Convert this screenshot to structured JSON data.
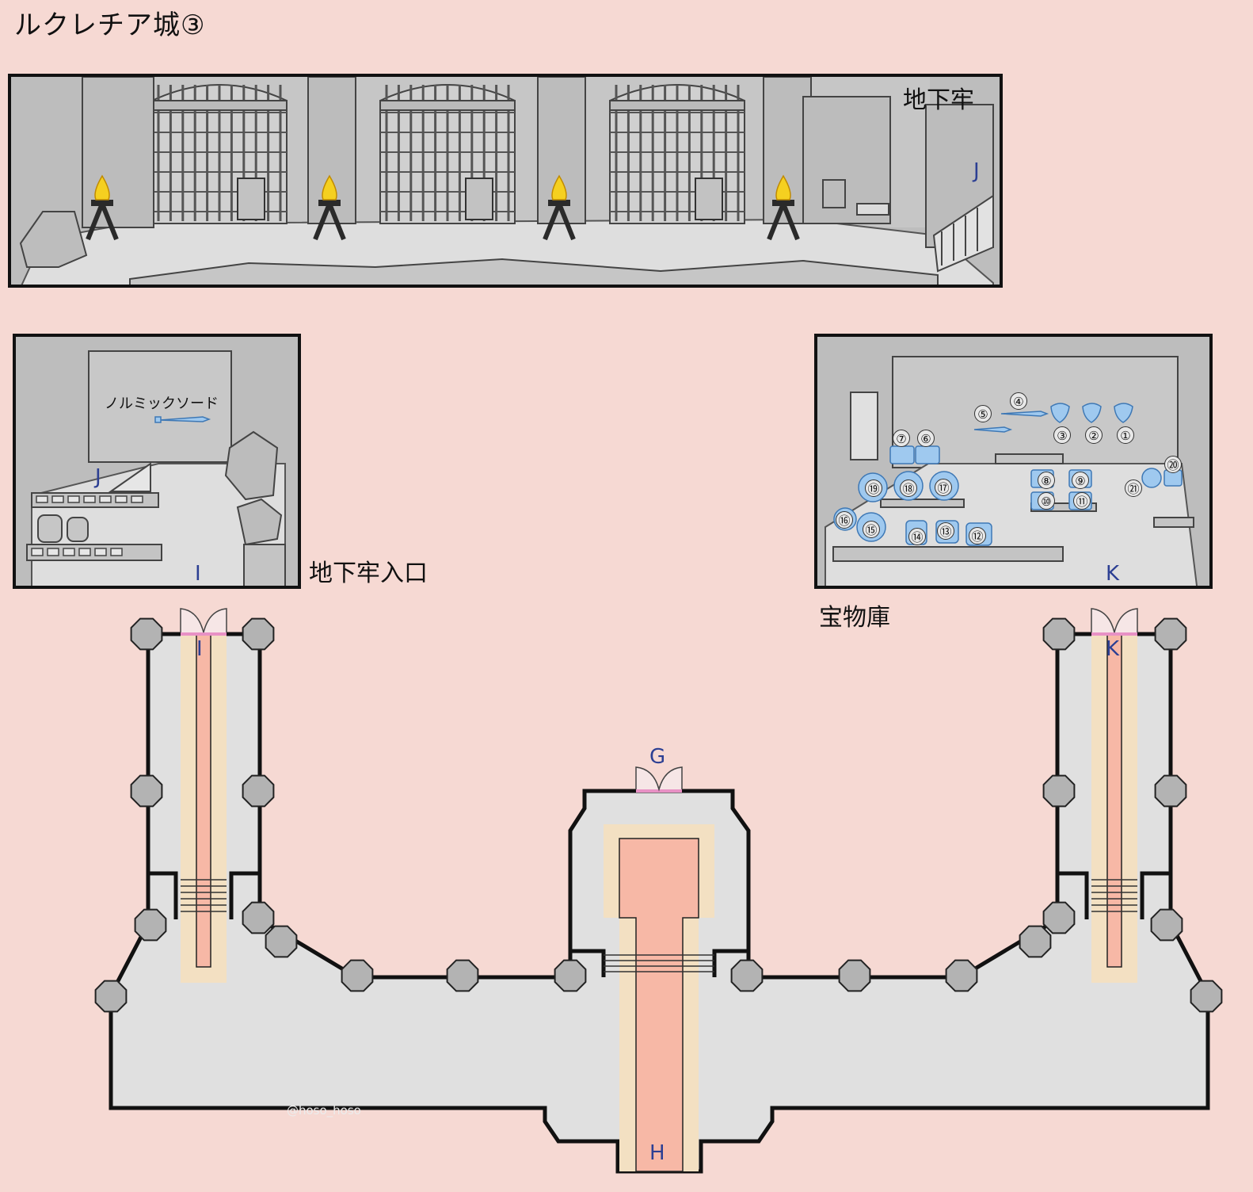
{
  "title": "ルクレチア城③",
  "rooms": {
    "dungeon": {
      "label": "地下牢",
      "markers": [
        "J"
      ]
    },
    "entrance": {
      "label": "地下牢入口",
      "item_label": "ノルミックソード",
      "markers": [
        "J",
        "I"
      ]
    },
    "treasury": {
      "label": "宝物庫",
      "markers": [
        "K"
      ],
      "item_numbers": [
        "①",
        "②",
        "③",
        "④",
        "⑤",
        "⑥",
        "⑦",
        "⑧",
        "⑨",
        "⑩",
        "⑪",
        "⑫",
        "⑬",
        "⑭",
        "⑮",
        "⑯",
        "⑰",
        "⑱",
        "⑲",
        "⑳",
        "㉑"
      ]
    }
  },
  "floor_map": {
    "markers": [
      "I",
      "K",
      "G",
      "H"
    ]
  },
  "credit": "@hoso_hoso",
  "colors": {
    "background": "#f6d9d3",
    "room_gray": "#c4c4c4",
    "floor_gray": "#e0e0e0",
    "carpet": "#f7b8a6",
    "carpet_border": "#f3e0c2",
    "marker_blue": "#2c3f93",
    "item_blue": "#9fc9ef",
    "door_pink": "#e891c5",
    "torch_flame": "#f5d020"
  }
}
